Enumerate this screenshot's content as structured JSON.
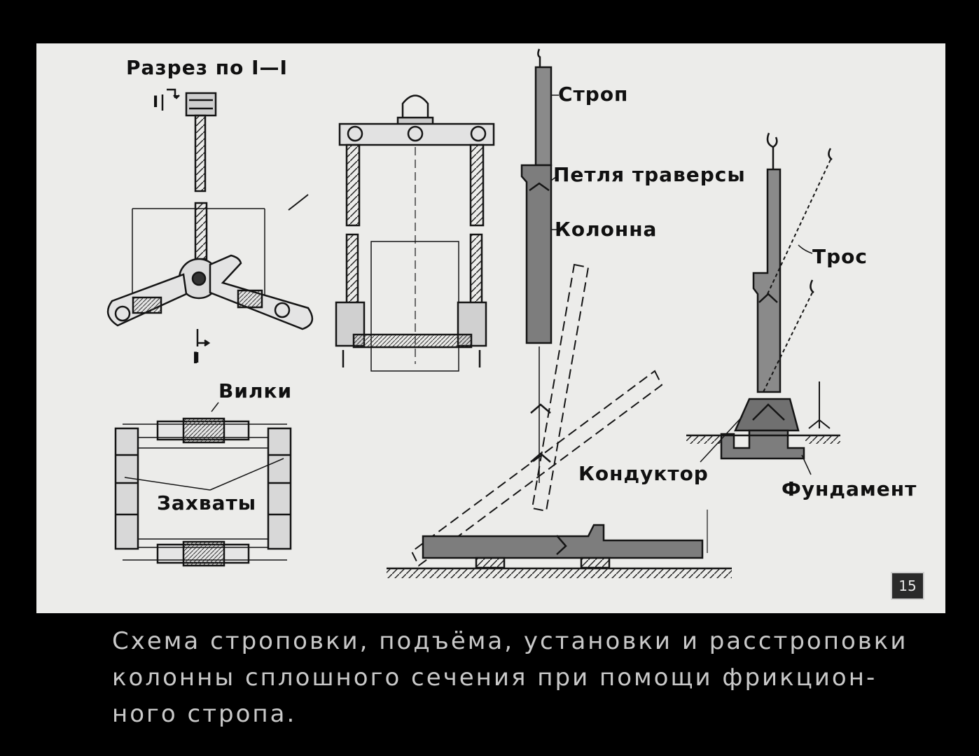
{
  "labels": {
    "section": "Разрез по I—I",
    "cut_mark_top": "I",
    "cut_mark_bottom": "I",
    "forks": "Вилки",
    "grips": "Захваты",
    "sling": "Строп",
    "traverse_loop": "Петля траверсы",
    "column": "Колонна",
    "cable": "Трос",
    "conductor": "Кондуктор",
    "foundation": "Фундамент"
  },
  "caption": {
    "line1": "Схема строповки, подъёма, установки и расстроповки",
    "line2": "колонны сплошного сечения при помощи фрикцион-",
    "line3": "ного стропа."
  },
  "page_number": "15",
  "colors": {
    "background": "#000000",
    "panel": "#ececea",
    "ink": "#151515",
    "column_fill": "#7d7d7d",
    "caption_text": "#c9c9c9"
  }
}
